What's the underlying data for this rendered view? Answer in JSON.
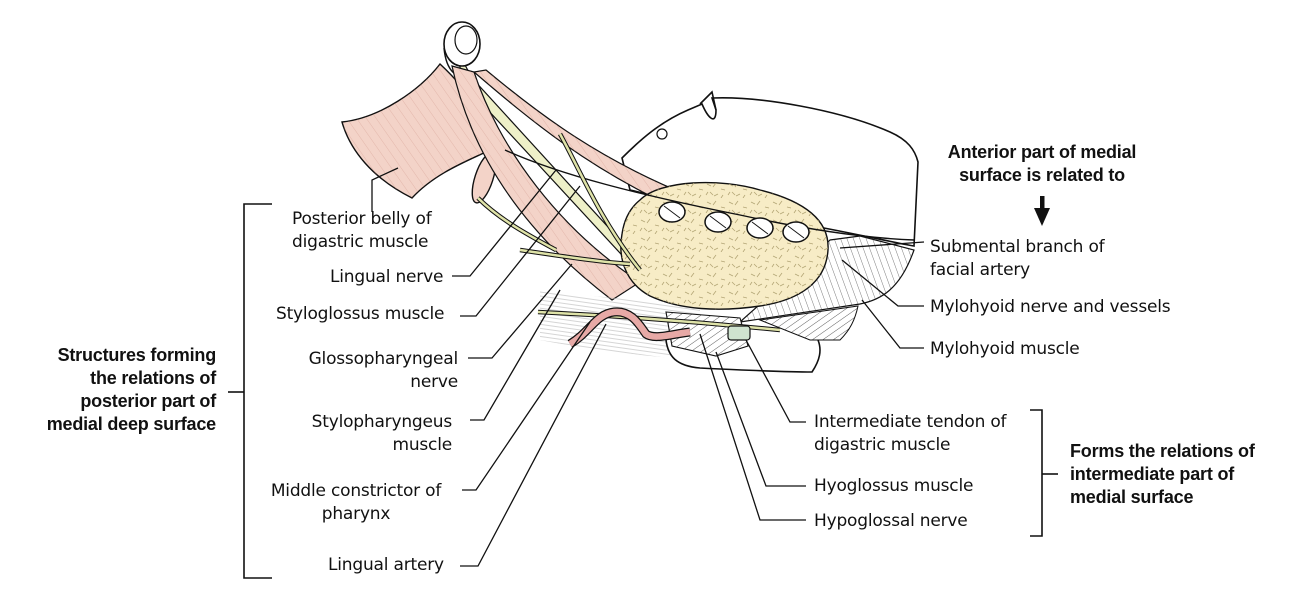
{
  "left_group_title": "Structures forming\nthe relations of\nposterior part of\nmedial deep surface",
  "right_group_title": "Forms the relations of\nintermediate part of\nmedial surface",
  "top_group_title": "Anterior part of medial\nsurface is related to",
  "left_labels": {
    "posterior_belly_digastric": "Posterior belly of\ndigastric muscle",
    "lingual_nerve": "Lingual nerve",
    "styloglossus": "Styloglossus muscle",
    "glossopharyngeal": "Glossopharyngeal\nnerve",
    "stylopharyngeus": "Stylopharyngeus\nmuscle",
    "middle_constrictor": "Middle constrictor of\npharynx",
    "lingual_artery": "Lingual artery"
  },
  "right_labels": {
    "submental_branch": "Submental branch of\nfacial artery",
    "mylohyoid_nerve": "Mylohyoid nerve and vessels",
    "mylohyoid_muscle": "Mylohyoid muscle",
    "intermediate_tendon": "Intermediate tendon of\ndigastric muscle",
    "hyoglossus": "Hyoglossus muscle",
    "hypoglossal": "Hypoglossal nerve"
  },
  "colors": {
    "muscle_pink": "#f3d3c8",
    "gland_cream": "#f7ecc6",
    "nerve_olive": "#dfe3a8",
    "artery_pink": "#e7a9a6",
    "tendon_green": "#cfe3cf",
    "outline": "#111111"
  }
}
